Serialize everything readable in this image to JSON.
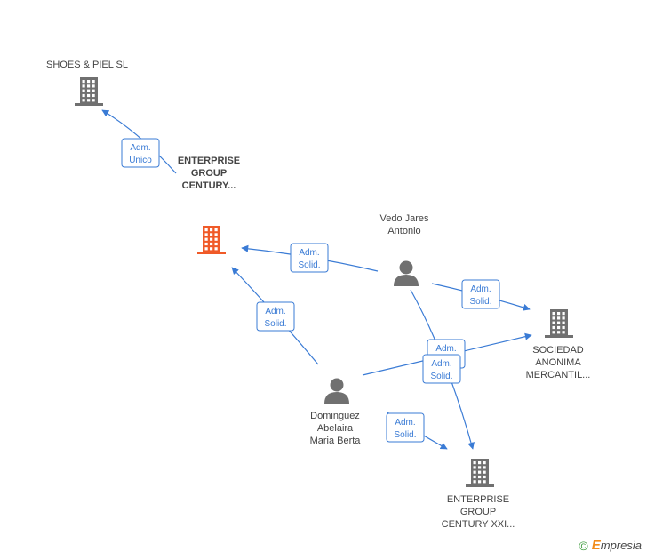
{
  "colors": {
    "edge": "#3a7bd5",
    "building_main": "#f05a28",
    "building": "#707070",
    "person": "#707070",
    "label": "#444444"
  },
  "nodes": [
    {
      "id": "shoes",
      "type": "building",
      "lines": [
        "SHOES & PIEL SL"
      ]
    },
    {
      "id": "ecg_main",
      "type": "building",
      "main": true,
      "lines": [
        "ENTERPRISE",
        "GROUP",
        "CENTURY..."
      ]
    },
    {
      "id": "vedo",
      "type": "person",
      "lines": [
        "Vedo Jares",
        "Antonio"
      ]
    },
    {
      "id": "sociedad",
      "type": "building",
      "lines": [
        "SOCIEDAD",
        "ANONIMA",
        "MERCANTIL..."
      ]
    },
    {
      "id": "dominguez",
      "type": "person",
      "lines": [
        "Dominguez",
        "Abelaira",
        "Maria Berta"
      ]
    },
    {
      "id": "ecg_xxi",
      "type": "building",
      "lines": [
        "ENTERPRISE",
        "GROUP",
        "CENTURY XXI..."
      ]
    }
  ],
  "edges": [
    {
      "from": "ecg_main",
      "to": "shoes",
      "role": [
        "Adm.",
        "Unico"
      ]
    },
    {
      "from": "vedo",
      "to": "ecg_main",
      "role": [
        "Adm.",
        "Solid."
      ]
    },
    {
      "from": "dominguez",
      "to": "ecg_main",
      "role": [
        "Adm.",
        "Solid."
      ]
    },
    {
      "from": "vedo",
      "to": "sociedad",
      "role": [
        "Adm.",
        "Solid."
      ]
    },
    {
      "from": "vedo",
      "to": "ecg_xxi",
      "role": [
        "Adm.",
        "Solid."
      ]
    },
    {
      "from": "dominguez",
      "to": "sociedad",
      "role": [
        "Adm.",
        "Solid."
      ]
    },
    {
      "from": "dominguez",
      "to": "ecg_xxi",
      "role": [
        "Adm.",
        "Solid."
      ]
    }
  ],
  "footer": {
    "copyright_symbol": "©",
    "brand_initial": "E",
    "brand_rest": "mpresia"
  }
}
